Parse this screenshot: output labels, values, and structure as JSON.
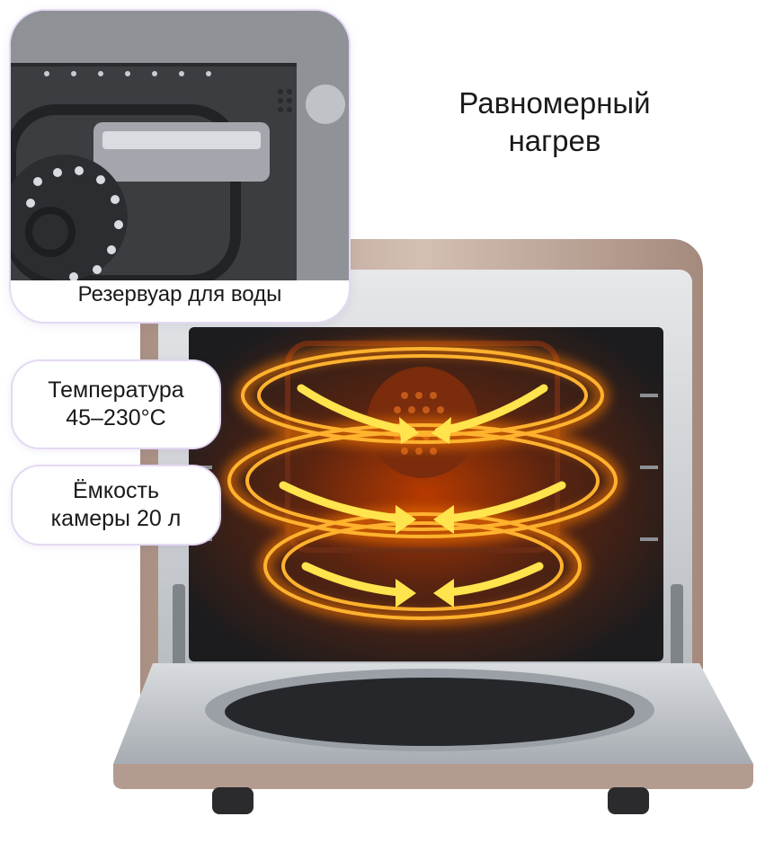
{
  "headline": {
    "line1": "Равномерный",
    "line2": "нагрев"
  },
  "callouts": {
    "reservoir_caption": "Резервуар для воды",
    "temperature_line1": "Температура",
    "temperature_line2": "45–230°C",
    "capacity_line1": "Ёмкость",
    "capacity_line2": "камеры 20 л"
  },
  "colors": {
    "card_border": "#e4d9f3",
    "oven_body": "#c9b3a6",
    "heat_glow": "#ff8a00",
    "heat_arrow": "#ffe44d",
    "steel": "#cfd2d6"
  },
  "icons": {
    "heat": "heat-arrow-icon",
    "fan": "convection-fan-icon"
  }
}
